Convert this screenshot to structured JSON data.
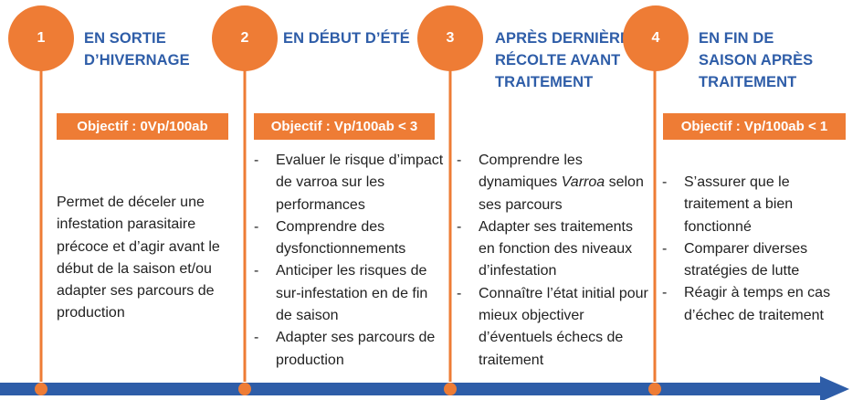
{
  "colors": {
    "accent_orange": "#EE7C35",
    "title_blue": "#2E5DA8",
    "arrow_blue": "#2E5DA8",
    "text_dark": "#222222"
  },
  "steps": [
    {
      "number": "1",
      "title_lines": [
        "EN SORTIE",
        "D’HIVERNAGE"
      ],
      "objective": "Objectif : 0Vp/100ab",
      "description": "Permet de déceler une infestation parasitaire précoce et d’agir avant le début de la saison et/ou adapter ses parcours de production"
    },
    {
      "number": "2",
      "title_lines": [
        "EN DÉBUT D’ÉTÉ"
      ],
      "objective": "Objectif : Vp/100ab < 3",
      "bullets": [
        "Evaluer le risque d’impact de varroa sur les performances",
        "Comprendre des dysfonctionnements",
        "Anticiper les risques de sur-infestation en de fin de saison",
        "Adapter ses parcours de production"
      ]
    },
    {
      "number": "3",
      "title_lines": [
        "APRÈS DERNIÈRE",
        "RÉCOLTE AVANT",
        "TRAITEMENT"
      ],
      "bullets_rich": [
        {
          "before": "Comprendre les dynamiques ",
          "italic": "Varroa",
          "after": " selon ses parcours"
        },
        {
          "before": "Adapter ses traitements en fonction des niveaux d’infestation",
          "italic": "",
          "after": ""
        },
        {
          "before": "Connaître l’état initial pour mieux objectiver d’éventuels échecs de traitement",
          "italic": "",
          "after": ""
        }
      ]
    },
    {
      "number": "4",
      "title_lines": [
        "EN FIN DE",
        "SAISON APRÈS",
        "TRAITEMENT"
      ],
      "objective": "Objectif : Vp/100ab < 1",
      "bullets": [
        "S’assurer que le traitement a bien fonctionné",
        "Comparer diverses stratégies de lutte",
        "Réagir à temps en cas d’échec de traitement"
      ]
    }
  ]
}
